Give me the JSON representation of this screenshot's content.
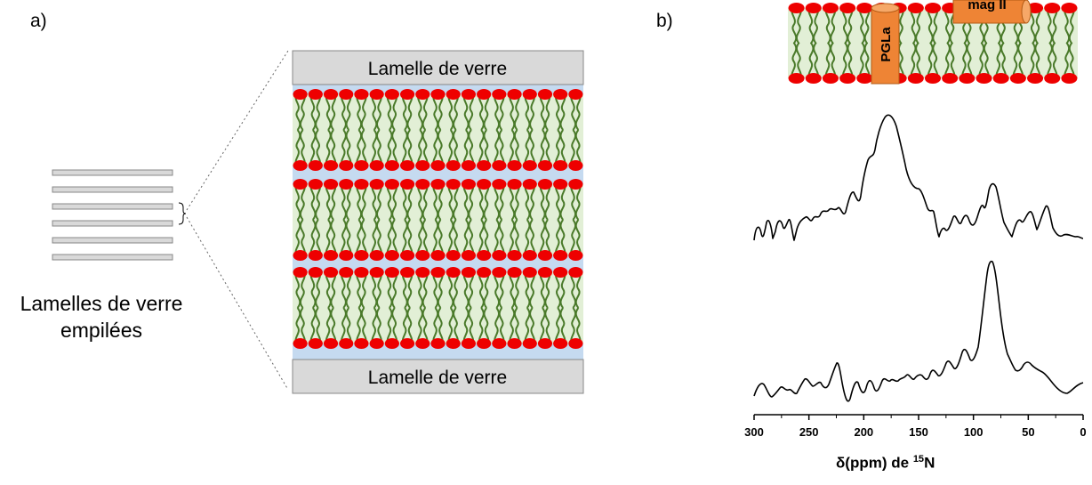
{
  "panels": {
    "a": {
      "label": "a)"
    },
    "b": {
      "label": "b)"
    }
  },
  "stacked_slides": {
    "caption_line1": "Lamelles de verre",
    "caption_line2": "empilées",
    "slide_count": 6
  },
  "zoom": {
    "top_slide_label": "Lamelle de verre",
    "bottom_slide_label": "Lamelle de verre",
    "bilayer_count": 3,
    "lipids_per_row": 19
  },
  "membrane": {
    "peptide1_label": "PGLa",
    "peptide2_label": "mag II"
  },
  "nmr_axis": {
    "ticks": [
      "300",
      "250",
      "200",
      "150",
      "100",
      "50",
      "0"
    ],
    "title_prefix": "δ(ppm) de ",
    "title_isotope_mass": "15",
    "title_isotope_symbol": "N"
  },
  "colors": {
    "headgroup": "#ee0000",
    "tail": "#4a7a2a",
    "tail_fill": "#e2efd6",
    "water": "#c5daf0",
    "slide": "#d9d9d9",
    "slide_border": "#888888",
    "peptide": "#ee8435",
    "peptide_border": "#b35a14"
  }
}
